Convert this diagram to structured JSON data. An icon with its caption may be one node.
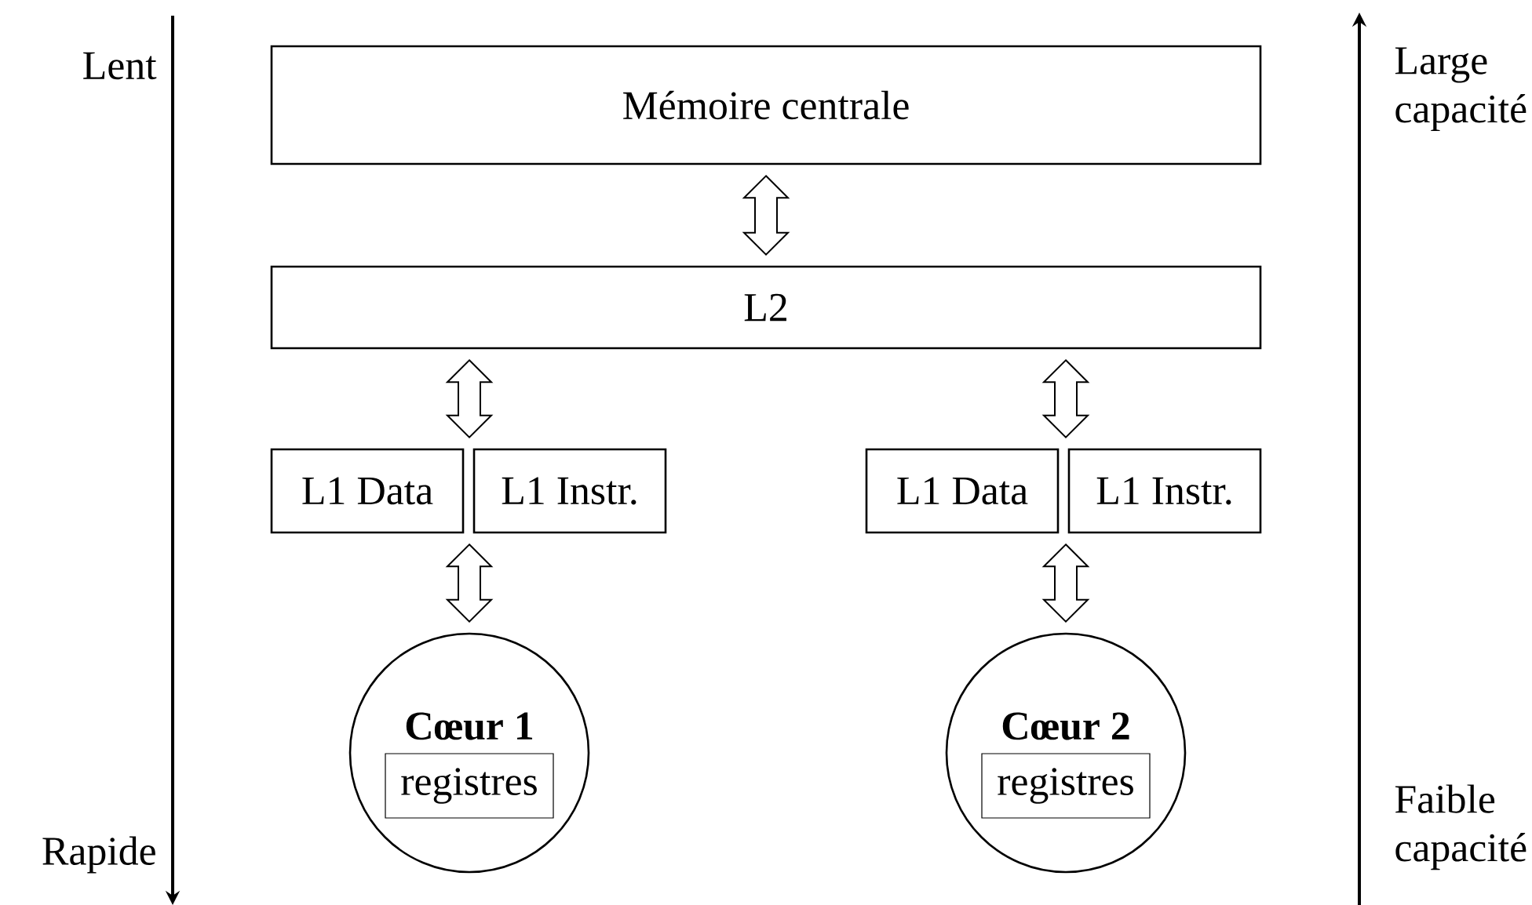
{
  "diagram": {
    "nodes": [
      {
        "text": [
          "Mémoire centrale"
        ]
      },
      {
        "text": [
          "L2"
        ]
      },
      {
        "text": [
          "L1 Data"
        ]
      },
      {
        "text": [
          "L1 Instr."
        ]
      },
      {
        "text": [
          "L1 Data"
        ]
      },
      {
        "text": [
          "L1 Instr."
        ]
      },
      {
        "text": [
          "Cœur 1"
        ]
      },
      {
        "text": [
          "registres"
        ],
        "in": 6
      },
      {
        "text": [
          "Cœur 2"
        ]
      },
      {
        "text": [
          "registres"
        ],
        "in": 8
      }
    ],
    "edges": [
      {
        "from": 0,
        "to": 1,
        "arrow": "both"
      },
      {
        "from": 1,
        "to": 2,
        "arrow": "both"
      },
      {
        "from": 1,
        "to": 4,
        "arrow": "both"
      },
      {
        "from": 2,
        "to": 6,
        "arrow": "both"
      },
      {
        "from": 4,
        "to": 8,
        "arrow": "both"
      }
    ],
    "labels": [
      "Lent",
      "Large capacité",
      "Faible capacité",
      "Rapide"
    ]
  }
}
